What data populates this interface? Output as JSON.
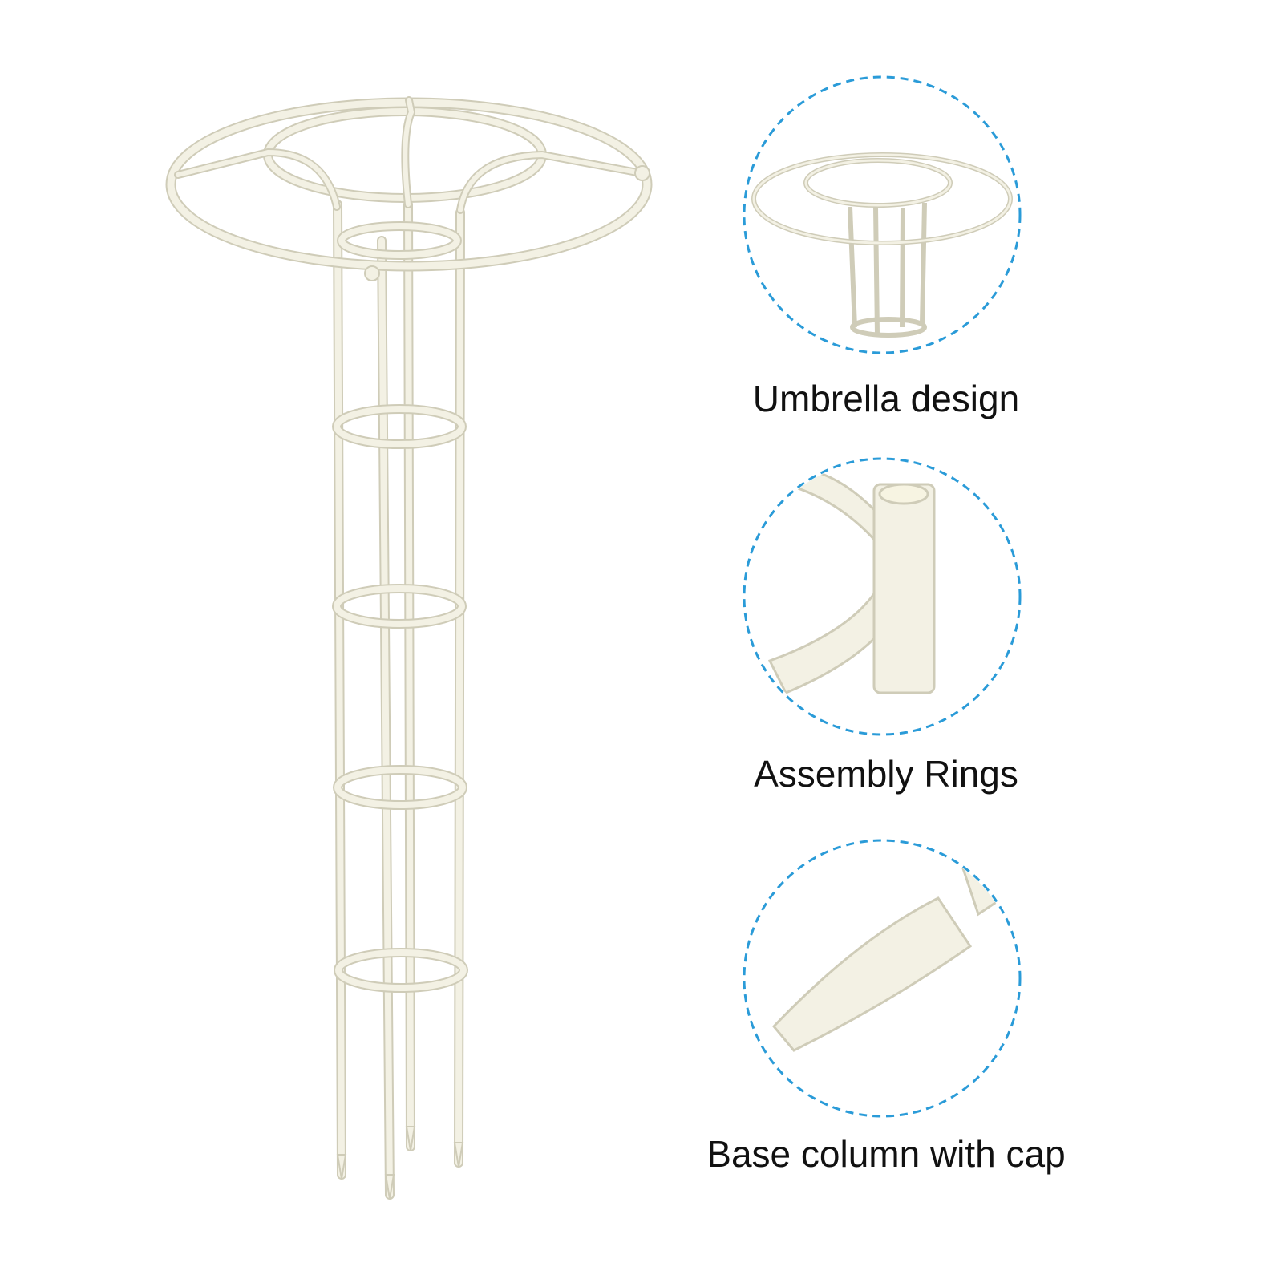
{
  "product_image": {
    "subject": "plant support trellis"
  },
  "details": [
    {
      "caption": "Umbrella design",
      "icon": "umbrella-top-closeup"
    },
    {
      "caption": "Assembly Rings",
      "icon": "ring-connector-closeup"
    },
    {
      "caption": "Base column with cap",
      "icon": "stake-cap-closeup"
    }
  ],
  "colors": {
    "background": "#ffffff",
    "frame": "#f3f1e4",
    "frame_edge": "#cfccb8",
    "dashed_circle": "#2a9bd8",
    "caption_text": "#111111"
  }
}
